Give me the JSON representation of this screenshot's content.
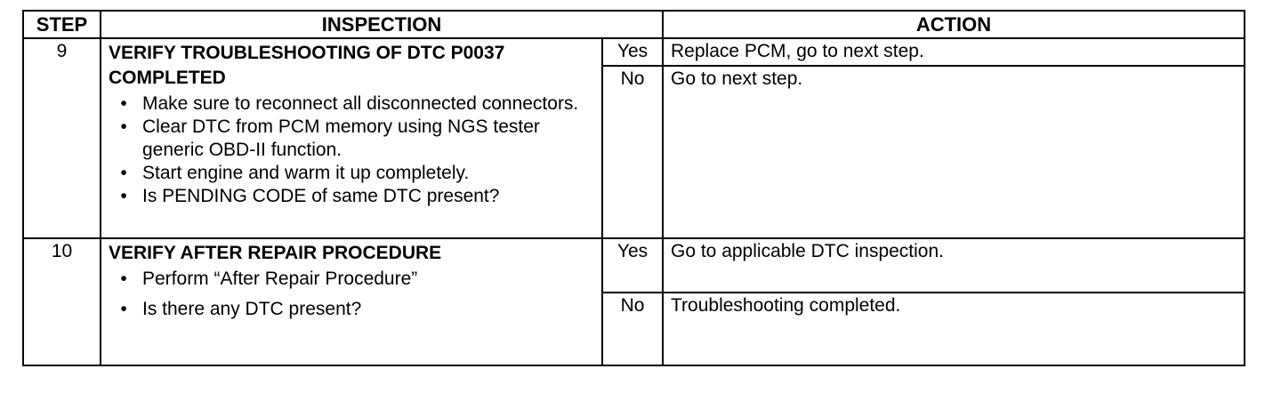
{
  "headers": {
    "step": "STEP",
    "inspection": "INSPECTION",
    "action": "ACTION"
  },
  "rows": [
    {
      "step": "9",
      "title": "VERIFY TROUBLESHOOTING OF DTC P0037 COMPLETED",
      "bullets": [
        "Make sure to reconnect all disconnected connectors.",
        "Clear DTC from PCM memory using NGS tester generic OBD-II function.",
        "Start engine and warm it up completely.",
        "Is PENDING CODE of same DTC present?"
      ],
      "yes_label": "Yes",
      "yes_action": "Replace PCM, go to next step.",
      "no_label": "No",
      "no_action": "Go to next step."
    },
    {
      "step": "10",
      "title": "VERIFY AFTER REPAIR PROCEDURE",
      "bullets": [
        "Perform “After Repair Procedure”",
        "Is there any DTC present?"
      ],
      "yes_label": "Yes",
      "yes_action": "Go to applicable DTC inspection.",
      "no_label": "No",
      "no_action": "Troubleshooting completed."
    }
  ],
  "bullet_glyph": "•"
}
